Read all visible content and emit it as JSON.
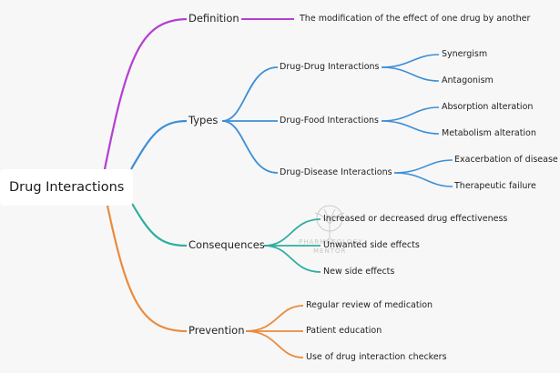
{
  "colors": {
    "definition": "#b43fd0",
    "types": "#3d8fd6",
    "consequences": "#2fae9f",
    "prevention": "#ea8b3d"
  },
  "root": {
    "label": "Drug Interactions"
  },
  "branches": {
    "definition": {
      "label": "Definition",
      "children": [
        "The modification of the effect of one drug by another"
      ]
    },
    "types": {
      "label": "Types",
      "children": [
        {
          "label": "Drug-Drug Interactions",
          "children": [
            "Synergism",
            "Antagonism"
          ]
        },
        {
          "label": "Drug-Food Interactions",
          "children": [
            "Absorption alteration",
            "Metabolism alteration"
          ]
        },
        {
          "label": "Drug-Disease Interactions",
          "children": [
            "Exacerbation of disease",
            "Therapeutic failure"
          ]
        }
      ]
    },
    "consequences": {
      "label": "Consequences",
      "children": [
        "Increased or decreased drug effectiveness",
        "Unwanted side effects",
        "New side effects"
      ]
    },
    "prevention": {
      "label": "Prevention",
      "children": [
        "Regular review of medication",
        "Patient education",
        "Use of drug interaction checkers"
      ]
    }
  },
  "watermark": {
    "line1": "PHARMACOLOGY",
    "line2": "MENTOR"
  }
}
